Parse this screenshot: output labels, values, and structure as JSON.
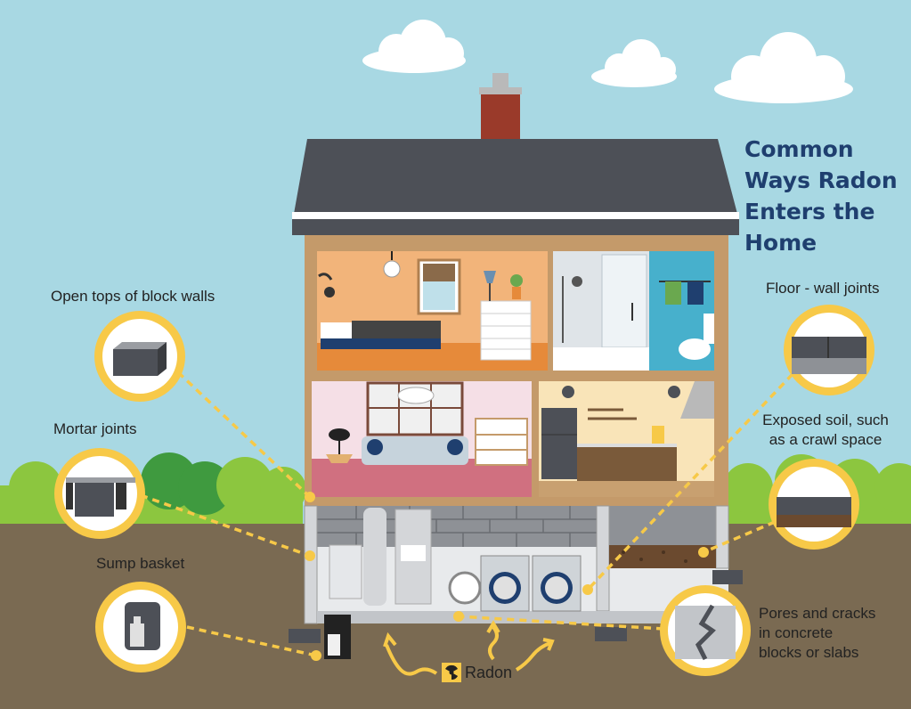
{
  "title_lines": [
    "Common",
    "Ways Radon",
    "Enters the",
    "Home"
  ],
  "labels": {
    "open_tops": "Open tops of block walls",
    "mortar": "Mortar joints",
    "sump": "Sump basket",
    "floor_wall": "Floor - wall joints",
    "exposed_soil_lines": [
      "Exposed soil, such",
      "as a crawl space"
    ],
    "pores_lines": [
      "Pores and cracks",
      "in concrete",
      "blocks or slabs"
    ],
    "radon": "Radon"
  },
  "icons": [
    "radiation-icon",
    "block-wall-icon",
    "mortar-joint-icon",
    "sump-basket-icon",
    "floor-wall-joint-icon",
    "crawl-space-icon",
    "crack-icon"
  ],
  "colors": {
    "sky": "#a8d8e3",
    "ground": "#7a6a52",
    "roof": "#4d5057",
    "chimney": "#9a3a2a",
    "wall_frame": "#c49a6a",
    "bedroom": "#f2b47a",
    "bath_left": "#dfe4e8",
    "bath_right": "#47b0cc",
    "living": "#f5dfe6",
    "kitchen": "#f9e4b8",
    "basement": "#e8eaec",
    "accent_yellow": "#f7c948",
    "title_blue": "#1f3f6f",
    "bush": "#8cc63f"
  }
}
